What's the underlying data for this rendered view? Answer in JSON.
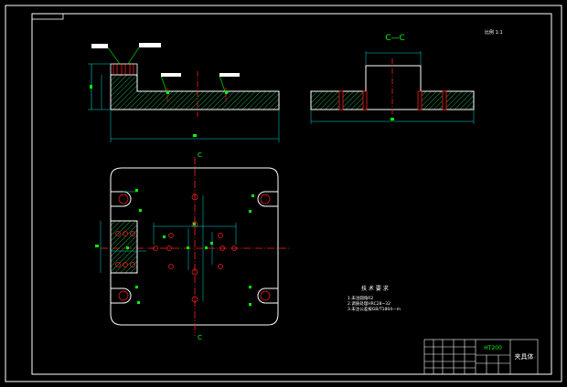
{
  "drawing": {
    "section_label": "C—C",
    "cut_marker_top": "C",
    "cut_marker_bottom": "C",
    "scale_note": "比例 1:1",
    "tech_req_title": "技 术 要 求",
    "tech_req_lines": [
      "1.未注圆角R2",
      "2.调质处理HRC28~32",
      "3.未注公差按GB/T1804—m"
    ],
    "title_block": {
      "material": "HT200",
      "part_name": "夹具体"
    }
  },
  "colors": {
    "background": "#000000",
    "outline": "#ffffff",
    "center_line": "#ff2020",
    "dimension": "#00d8d8",
    "hatch": "#00ff66",
    "annotation": "#00ff00"
  }
}
